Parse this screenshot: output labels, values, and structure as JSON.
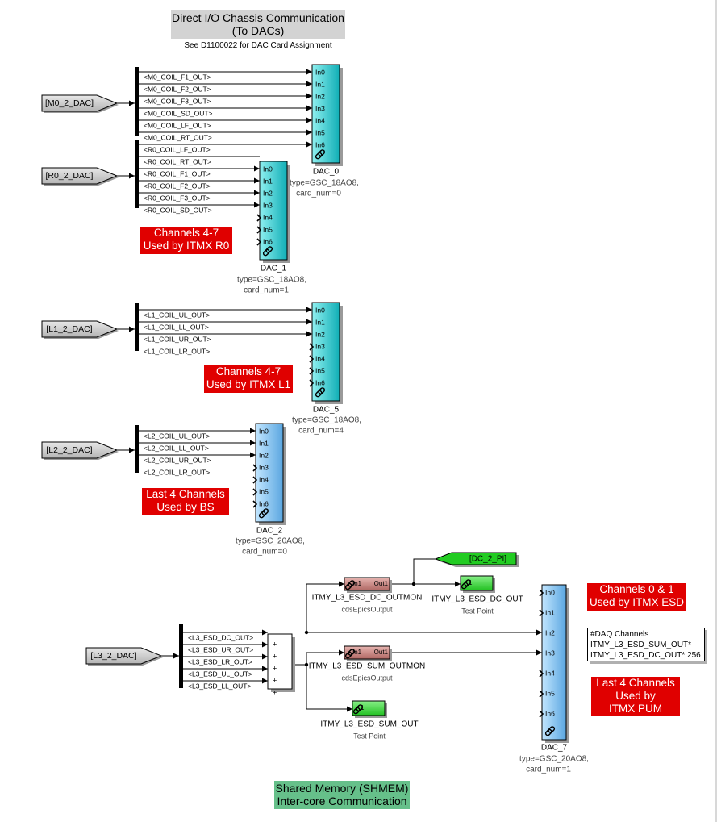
{
  "header": {
    "title_line1": "Direct I/O Chassis Communication",
    "title_line2": "(To DACs)",
    "note": "See D1100022 for DAC Card Assignment"
  },
  "footer": {
    "line1": "Shared Memory (SHMEM)",
    "line2": "Inter-core Communication"
  },
  "inputs": [
    {
      "id": "m0",
      "label": "[M0_2_DAC]"
    },
    {
      "id": "r0",
      "label": "[R0_2_DAC]"
    },
    {
      "id": "l1",
      "label": "[L1_2_DAC]"
    },
    {
      "id": "l2",
      "label": "[L2_2_DAC]"
    },
    {
      "id": "l3",
      "label": "[L3_2_DAC]"
    }
  ],
  "signals": {
    "m0": [
      "<M0_COIL_F1_OUT>",
      "<M0_COIL_F2_OUT>",
      "<M0_COIL_F3_OUT>",
      "<M0_COIL_SD_OUT>",
      "<M0_COIL_LF_OUT>",
      "<M0_COIL_RT_OUT>"
    ],
    "r0": [
      "<R0_COIL_LF_OUT>",
      "<R0_COIL_RT_OUT>",
      "<R0_COIL_F1_OUT>",
      "<R0_COIL_F2_OUT>",
      "<R0_COIL_F3_OUT>",
      "<R0_COIL_SD_OUT>"
    ],
    "l1": [
      "<L1_COIL_UL_OUT>",
      "<L1_COIL_LL_OUT>",
      "<L1_COIL_UR_OUT>",
      "<L1_COIL_LR_OUT>"
    ],
    "l2": [
      "<L2_COIL_UL_OUT>",
      "<L2_COIL_LL_OUT>",
      "<L2_COIL_UR_OUT>",
      "<L2_COIL_LR_OUT>"
    ],
    "l3": [
      "<L3_ESD_DC_OUT>",
      "<L3_ESD_UR_OUT>",
      "<L3_ESD_LR_OUT>",
      "<L3_ESD_UL_OUT>",
      "<L3_ESD_LL_OUT>"
    ]
  },
  "dac_ports": [
    "In0",
    "In1",
    "In2",
    "In3",
    "In4",
    "In5",
    "In6"
  ],
  "dacs": [
    {
      "id": "dac0",
      "name": "DAC_0",
      "type": "type=GSC_18AO8,",
      "card": "card_num=0"
    },
    {
      "id": "dac1",
      "name": "DAC_1",
      "type": "type=GSC_18AO8,",
      "card": "card_num=1"
    },
    {
      "id": "dac5",
      "name": "DAC_5",
      "type": "type=GSC_18AO8,",
      "card": "card_num=4"
    },
    {
      "id": "dac2",
      "name": "DAC_2",
      "type": "type=GSC_20AO8,",
      "card": "card_num=0"
    },
    {
      "id": "dac7",
      "name": "DAC_7",
      "type": "type=GSC_20AO8,",
      "card": "card_num=1"
    }
  ],
  "sum_ports": [
    "+",
    "+",
    "+",
    "+",
    "+"
  ],
  "epics_blocks": [
    {
      "id": "dc_outmon",
      "name": "ITMY_L3_ESD_DC_OUTMON",
      "sub": "cdsEpicsOutput",
      "in": "In1",
      "out": "Out1"
    },
    {
      "id": "sum_outmon",
      "name": "ITMY_L3_ESD_SUM_OUTMON",
      "sub": "cdsEpicsOutput",
      "in": "In1",
      "out": "Out1"
    }
  ],
  "test_points": [
    {
      "id": "dc_out",
      "name": "ITMY_L3_ESD_DC_OUT",
      "sub": "Test Point",
      "port": "1"
    },
    {
      "id": "sum_out",
      "name": "ITMY_L3_ESD_SUM_OUT",
      "sub": "Test Point",
      "port": "1"
    }
  ],
  "goto_tag": "[DC_2_PI]",
  "annotations": {
    "r0": [
      "Channels 4-7",
      "Used by ITMX R0"
    ],
    "l1": [
      "Channels 4-7",
      "Used by ITMX L1"
    ],
    "bs": [
      "Last 4 Channels",
      "Used by BS"
    ],
    "esd": [
      "Channels 0 & 1",
      "Used by ITMX ESD"
    ],
    "pum": [
      "Last 4 Channels",
      "Used by",
      "ITMX PUM"
    ]
  },
  "daq_channels": [
    "#DAQ Channels",
    "ITMY_L3_ESD_SUM_OUT*",
    "ITMY_L3_ESD_DC_OUT* 256"
  ],
  "colors": {
    "dac_18ao8": "#22c6cc",
    "dac_20ao8": "#6cb8ec",
    "epics_block": "#c87c78",
    "test_point": "#22cc22",
    "goto_tag": "#22cc22",
    "from_tag": "#c8c8c8",
    "annotation_red": "#e00000",
    "header_gray": "#d3d3d3",
    "footer_green": "#66c08a"
  }
}
